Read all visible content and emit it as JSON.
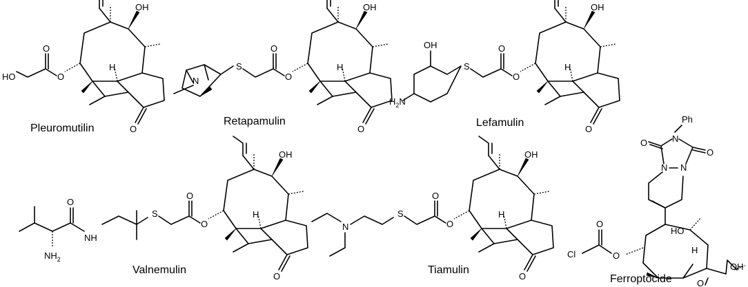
{
  "compounds": [
    {
      "name": "Pleuromutilin"
    },
    {
      "name": "Retapamulin"
    },
    {
      "name": "Lefamulin"
    },
    {
      "name": "Valnemulin"
    },
    {
      "name": "Tiamulin"
    },
    {
      "name": "Ferroptocide"
    }
  ],
  "atoms": {
    "oh": "OH",
    "ho": "HO",
    "h": "H",
    "o": "O",
    "s": "S",
    "n": "N",
    "nh": "NH",
    "nh2": "NH",
    "nh2_sub": "2",
    "h2n": "H",
    "h2n_sub": "2",
    "h2n_n": "N",
    "ph": "Ph",
    "cl": "Cl",
    "h_n": "H",
    "n_lbl": "N"
  }
}
